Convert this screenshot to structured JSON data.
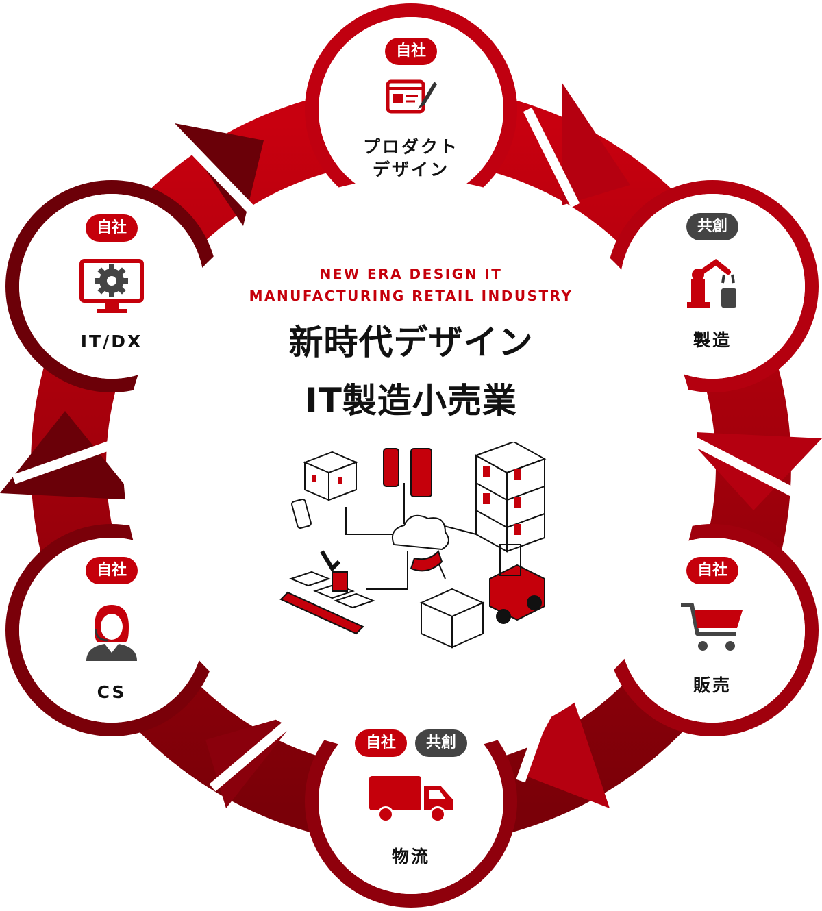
{
  "colors": {
    "accent": "#c5000b",
    "ring_light": "#b80010",
    "ring_dark": "#6a0008",
    "co_badge": "#444444",
    "text": "#111111"
  },
  "center": {
    "subtitle_line1": "NEW ERA DESIGN IT",
    "subtitle_line2": "MANUFACTURING RETAIL INDUSTRY",
    "title_line1": "新時代デザイン",
    "title_line2": "IT製造小売業"
  },
  "nodes": {
    "product_design": {
      "badges": [
        "自社"
      ],
      "label_line1": "プロダクト",
      "label_line2": "デザイン",
      "icon": "web-design-brush-icon"
    },
    "manufacturing": {
      "badges": [
        "共創"
      ],
      "label": "製造",
      "icon": "robot-arm-icon"
    },
    "sales": {
      "badges": [
        "自社"
      ],
      "label": "販売",
      "icon": "shopping-cart-icon"
    },
    "logistics": {
      "badges": [
        "自社",
        "共創"
      ],
      "label": "物流",
      "icon": "delivery-truck-icon"
    },
    "cs": {
      "badges": [
        "自社"
      ],
      "label": "CS",
      "icon": "headset-operator-icon"
    },
    "it_dx": {
      "badges": [
        "自社"
      ],
      "label": "IT/DX",
      "icon": "monitor-gear-icon"
    }
  },
  "illustration": {
    "icon": "isometric-warehouse-cloud-network-icon"
  }
}
